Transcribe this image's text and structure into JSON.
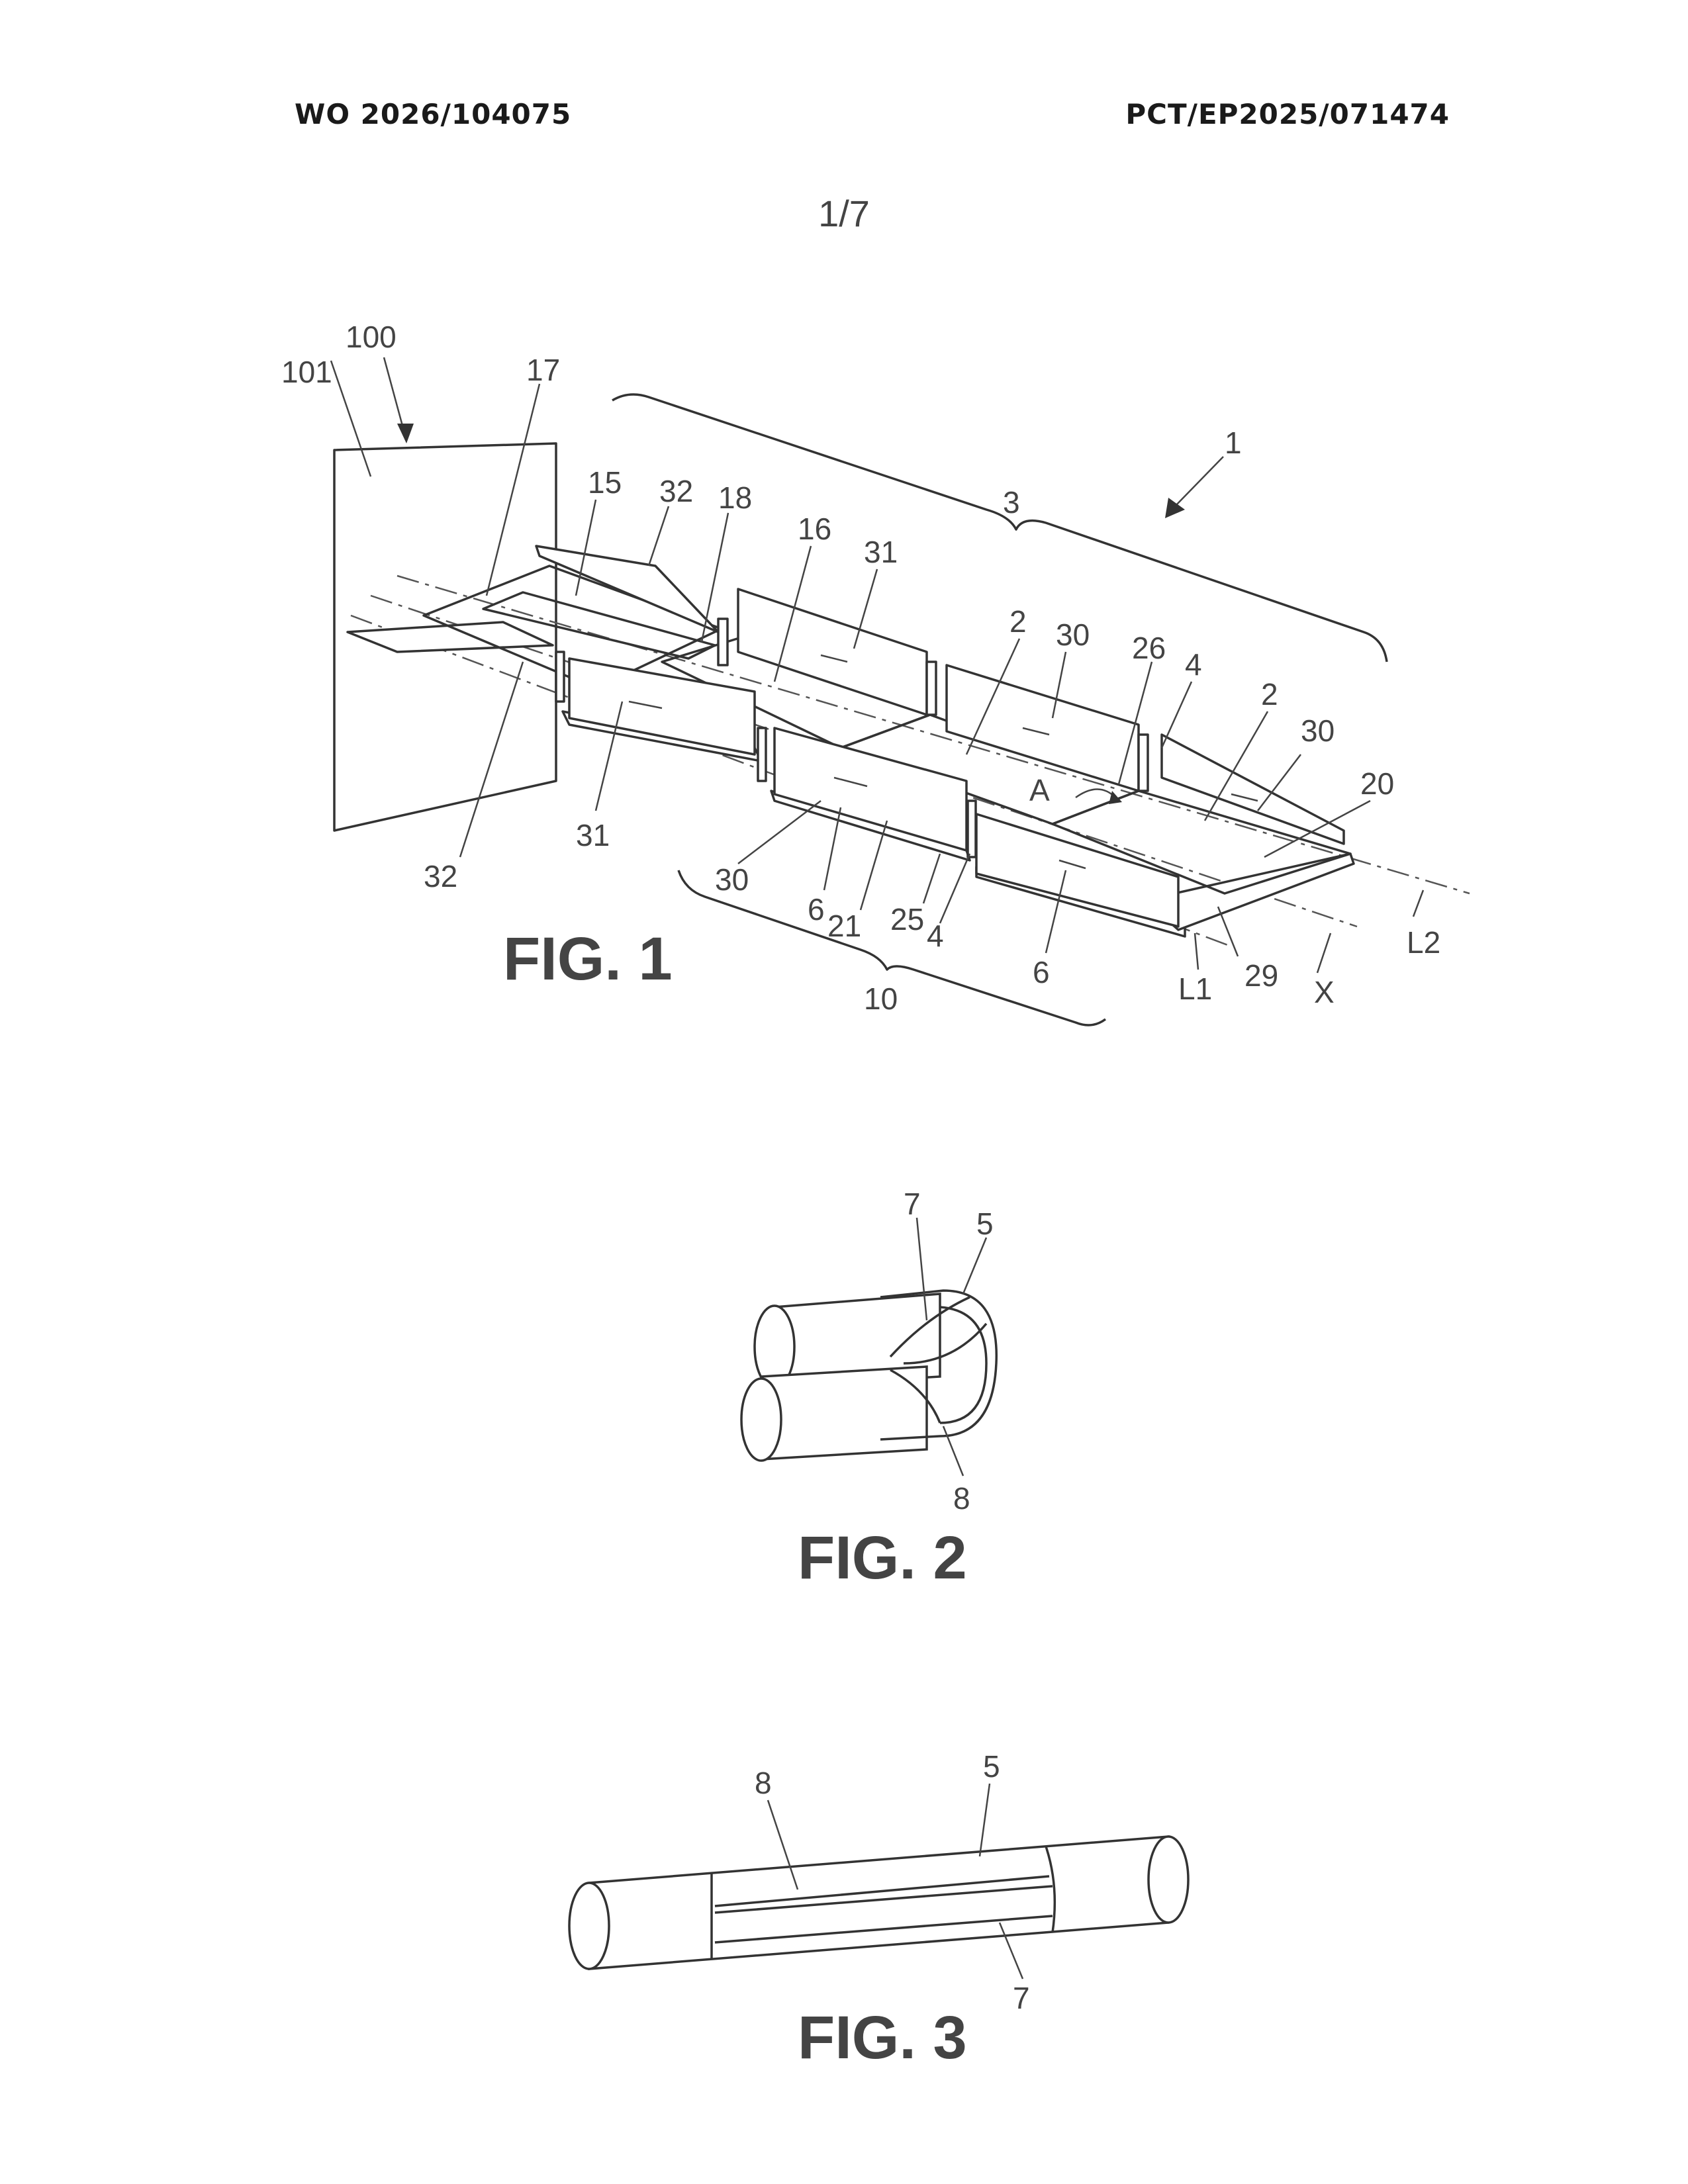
{
  "header": {
    "publication_number": "WO 2026/104075",
    "application_number": "PCT/EP2025/071474"
  },
  "sheet": "1/7",
  "figures": [
    {
      "caption": "FIG. 1",
      "labels": [
        "100",
        "101",
        "17",
        "15",
        "32",
        "18",
        "16",
        "31",
        "3",
        "1",
        "2",
        "30",
        "26",
        "4",
        "2",
        "30",
        "20",
        "32",
        "31",
        "30",
        "6",
        "21",
        "25",
        "4",
        "6",
        "10",
        "L1",
        "29",
        "X",
        "L2",
        "A"
      ]
    },
    {
      "caption": "FIG. 2",
      "labels": [
        "7",
        "5",
        "8"
      ]
    },
    {
      "caption": "FIG. 3",
      "labels": [
        "8",
        "5",
        "7"
      ]
    }
  ]
}
